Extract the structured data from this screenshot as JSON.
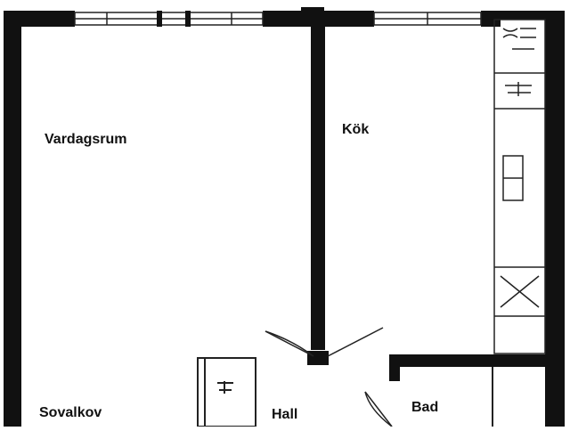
{
  "plan": {
    "rooms": {
      "living_room": "Vardagsrum",
      "kitchen": "Kök",
      "sleeping_alcove": "Sovalkov",
      "hall": "Hall",
      "bathroom": "Bad"
    }
  },
  "colors": {
    "wall": "#111111",
    "line": "#222222",
    "background": "#ffffff"
  }
}
